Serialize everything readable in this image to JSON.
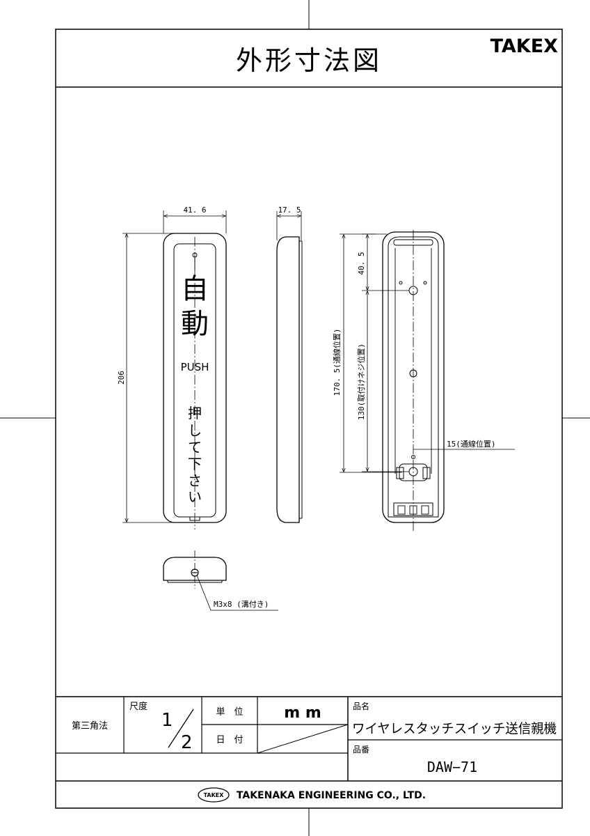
{
  "header": {
    "title": "外形寸法図",
    "brand": "TAKEX"
  },
  "drawing": {
    "dim_width": "41. 6",
    "dim_depth": "17. 5",
    "dim_height": "206",
    "dim_wiring_height": "170. 5(通線位置)",
    "dim_top_offset": "40. 5",
    "dim_screw_pitch": "130(取付けネジ位置)",
    "dim_wiring_width": "15(通線位置)",
    "label_line1": "自",
    "label_line2": "動",
    "label_push": "PUSH",
    "label_vertical": [
      "押",
      "し",
      "て",
      "下",
      "さ",
      "い"
    ],
    "screw_note": "M3x8 (溝付き)"
  },
  "title_block": {
    "projection": "第三角法",
    "scale_label": "尺度",
    "scale_num": "1",
    "scale_den": "2",
    "unit_label": "単　位",
    "unit_value": "m m",
    "date_label": "日　付",
    "product_name_label": "品名",
    "product_name": "ワイヤレスタッチスイッチ送信親機",
    "part_no_label": "品番",
    "part_no": "DAW−71",
    "company_logo": "TAKEX",
    "company": "TAKENAKA ENGINEERING CO., LTD."
  }
}
